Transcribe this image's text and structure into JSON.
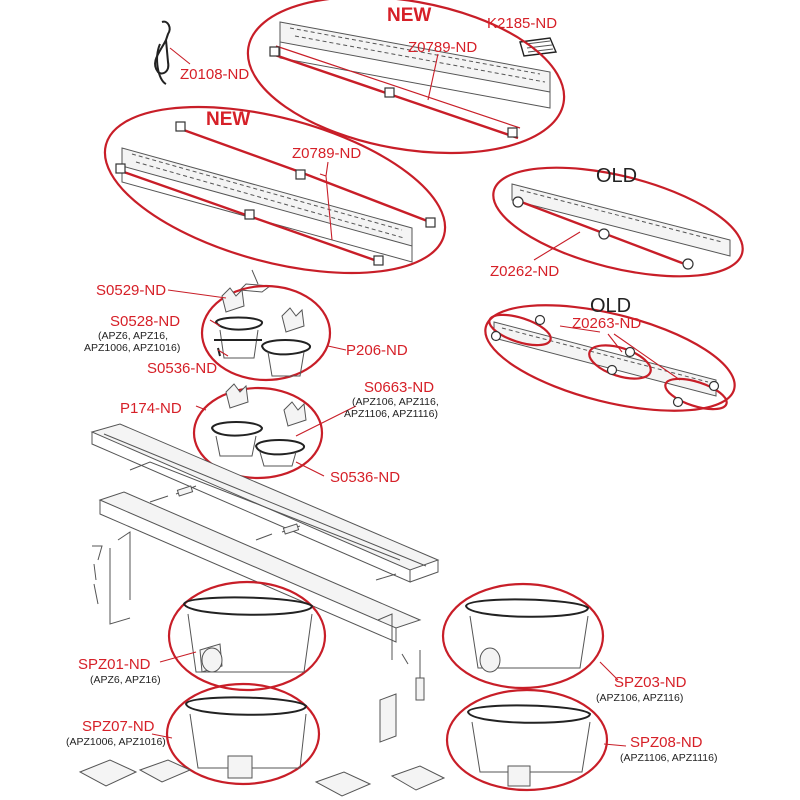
{
  "labels": {
    "z0108": "Z0108-ND",
    "k2185": "K2185-ND",
    "new_top": "NEW",
    "z0789_top": "Z0789-ND",
    "new_mid": "NEW",
    "z0789_mid": "Z0789-ND",
    "old_top": "OLD",
    "z0262": "Z0262-ND",
    "old_mid": "OLD",
    "z0263": "Z0263-ND",
    "s0529": "S0529-ND",
    "s0528": "S0528-ND",
    "s0528_sub1": "(APZ6, APZ16,",
    "s0528_sub2": "APZ1006, APZ1016)",
    "p206": "P206-ND",
    "s0536_a": "S0536-ND",
    "s0663": "S0663-ND",
    "s0663_sub1": "(APZ106, APZ116,",
    "s0663_sub2": "APZ1106, APZ1116)",
    "p174": "P174-ND",
    "s0536_b": "S0536-ND",
    "spz01": "SPZ01-ND",
    "spz01_sub": "(APZ6, APZ16)",
    "spz03": "SPZ03-ND",
    "spz03_sub": "(APZ106, APZ116)",
    "spz07": "SPZ07-ND",
    "spz07_sub": "(APZ1006, APZ1016)",
    "spz08": "SPZ08-ND",
    "spz08_sub": "(APZ1106, APZ1116)"
  },
  "colors": {
    "accent": "#d62028",
    "ink": "#222222",
    "line_art": "#555555"
  }
}
